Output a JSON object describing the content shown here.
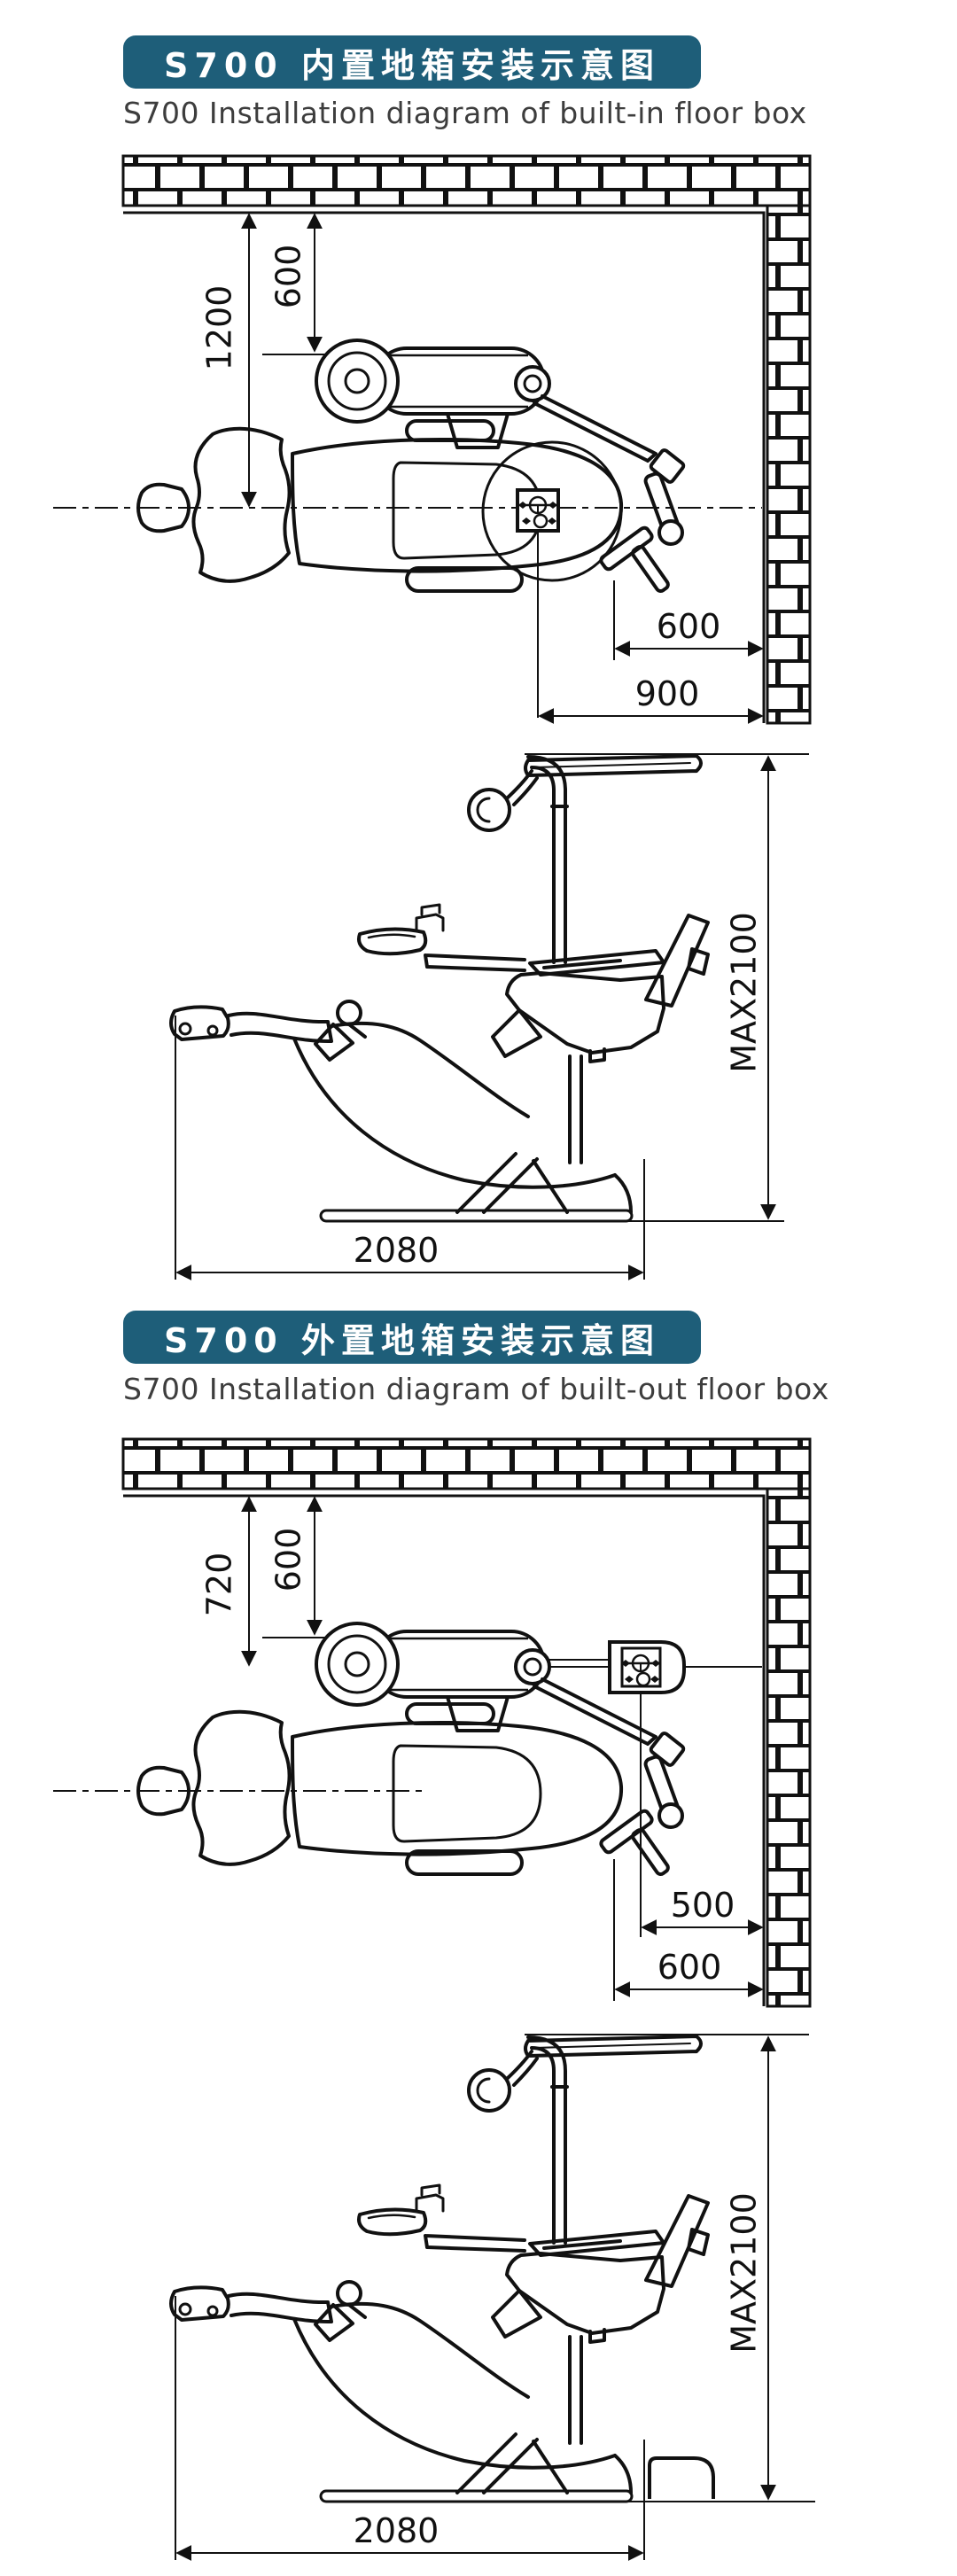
{
  "page": {
    "background": "#ffffff",
    "line_color": "#111111",
    "banner_color": "#1e5e79"
  },
  "sections": [
    {
      "title": "S700 内置地箱安装示意图",
      "subtitle": "S700 Installation diagram of built-in floor box",
      "top_view": {
        "wall_to_chair_center": "1200",
        "wall_to_unit_top": "600",
        "unit_swing_to_wall": "600",
        "floor_box_to_wall": "900"
      },
      "side_view": {
        "max_height": "MAX2100",
        "overall_length": "2080"
      }
    },
    {
      "title": "S700 外置地箱安装示意图",
      "subtitle": "S700 Installation diagram of built-out floor box",
      "top_view": {
        "wall_to_unit_center": "720",
        "wall_to_unit_top": "600",
        "floor_box_to_wall": "500",
        "chair_to_wall": "600"
      },
      "side_view": {
        "max_height": "MAX2100",
        "overall_length": "2080"
      }
    }
  ]
}
